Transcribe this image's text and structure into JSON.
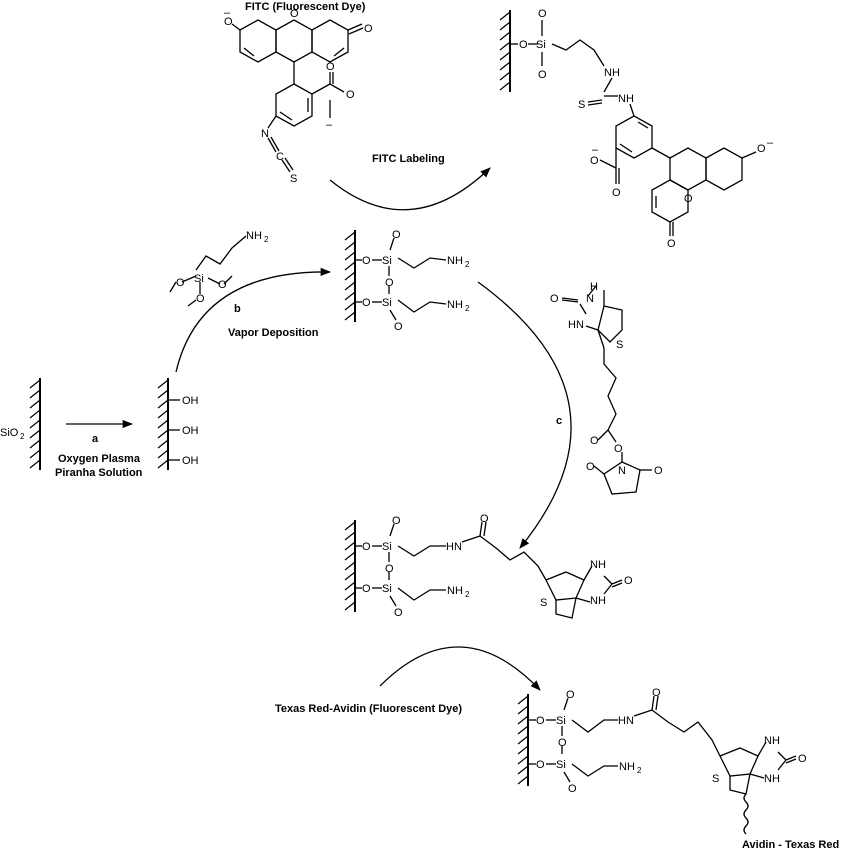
{
  "labels": {
    "fitc_title": "FITC (Fluorescent Dye)",
    "fitc_labeling": "FITC Labeling",
    "sio2": "SiO",
    "sio2_sub": "2",
    "step_a": "a",
    "oxygen_plasma": "Oxygen Plasma",
    "piranha_solution": "Piranha Solution",
    "step_b": "b",
    "vapor_deposition": "Vapor Deposition",
    "step_c": "c",
    "texas_red_avidin": "Texas Red-Avidin (Fluorescent Dye)",
    "avidin_texas_red": "Avidin - Texas Red"
  },
  "atoms": {
    "oh": "OH",
    "o": "O",
    "si": "Si",
    "nh2": "NH",
    "nh2_sub": "2",
    "hn": "HN",
    "nh": "NH",
    "h": "H",
    "n": "N",
    "s": "S",
    "c": "C",
    "minus": "–"
  },
  "colors": {
    "ink": "#000000",
    "background": "#ffffff"
  }
}
